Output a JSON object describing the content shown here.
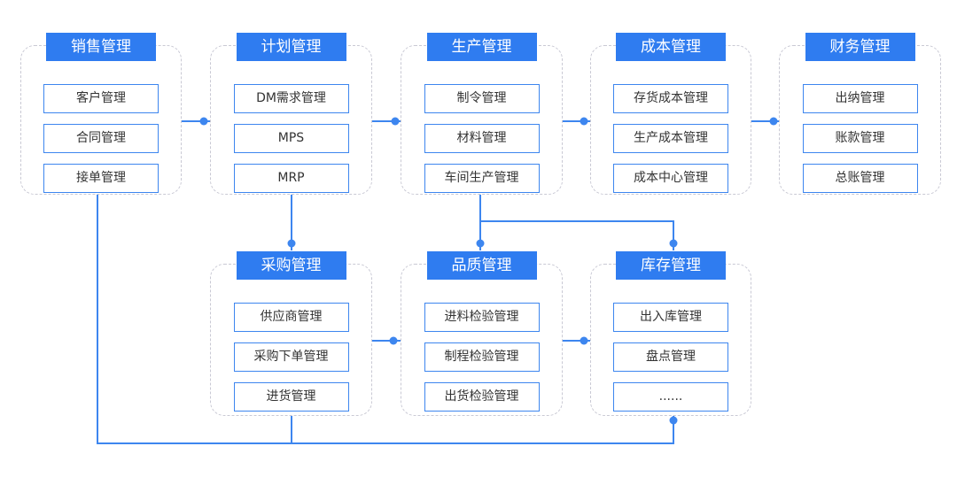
{
  "colors": {
    "accent": "#2f7cf0",
    "box_border": "#3d86ef",
    "connector": "#3d86ef",
    "dashed_border": "#c9c9d4"
  },
  "modules": {
    "sales": {
      "title": "销售管理",
      "items": [
        "客户管理",
        "合同管理",
        "接单管理"
      ]
    },
    "plan": {
      "title": "计划管理",
      "items": [
        "DM需求管理",
        "MPS",
        "MRP"
      ]
    },
    "production": {
      "title": "生产管理",
      "items": [
        "制令管理",
        "材料管理",
        "车间生产管理"
      ]
    },
    "cost": {
      "title": "成本管理",
      "items": [
        "存货成本管理",
        "生产成本管理",
        "成本中心管理"
      ]
    },
    "finance": {
      "title": "财务管理",
      "items": [
        "出纳管理",
        "账款管理",
        "总账管理"
      ]
    },
    "purchase": {
      "title": "采购管理",
      "items": [
        "供应商管理",
        "采购下单管理",
        "进货管理"
      ]
    },
    "quality": {
      "title": "品质管理",
      "items": [
        "进料检验管理",
        "制程检验管理",
        "出货检验管理"
      ]
    },
    "inventory": {
      "title": "库存管理",
      "items": [
        "出入库管理",
        "盘点管理",
        "......"
      ]
    }
  }
}
